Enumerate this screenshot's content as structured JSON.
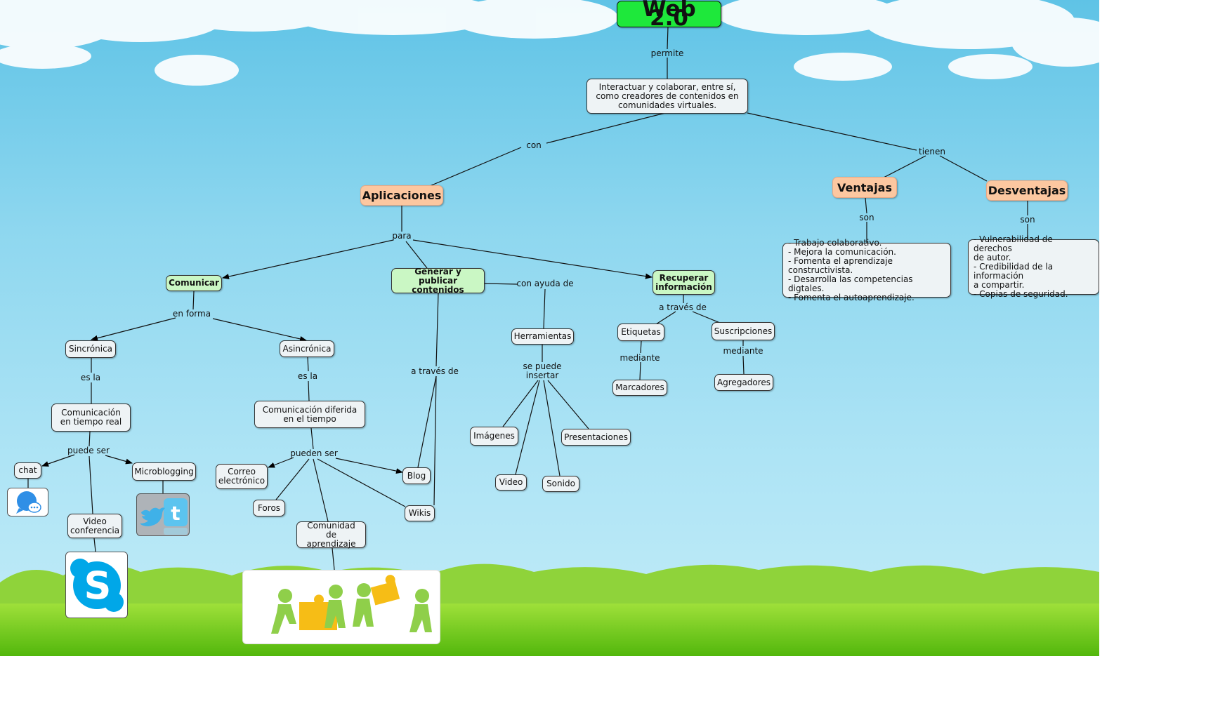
{
  "title": "Web 2.0",
  "links": {
    "permite": "permite",
    "con": "con",
    "tienen": "tienen",
    "son_ventajas": "son",
    "son_desventajas": "son",
    "para": "para",
    "en_forma": "en forma",
    "con_ayuda_de": "con ayuda de",
    "a_traves_de_recuperar": "a través de",
    "a_traves_de_generar": "a través de",
    "es_la_sincronica": "es la",
    "es_la_asincronica": "es la",
    "mediante_etiquetas": "mediante",
    "mediante_suscripciones": "mediante",
    "se_puede_insertar": "se puede\ninsertar",
    "puede_ser": "puede ser",
    "pueden_ser": "pueden ser"
  },
  "nodes": {
    "definicion": "Interactuar y colaborar, entre sí, como creadores de contenidos en comunidades virtuales.",
    "aplicaciones": "Aplicaciones",
    "ventajas": "Ventajas",
    "desventajas": "Desventajas",
    "ventajas_lista": "- Trabajo colaborativo.\n- Mejora la comunicación.\n- Fomenta el aprendizaje constructivista.\n- Desarrolla las competencias digtales.\n- Fomenta el autoaprendizaje.",
    "desventajas_lista": "- Vulnerabilidad de derechos\n  de autor.\n- Credibilidad de la información\n  a compartir.\n- Copias de seguridad.",
    "comunicar": "Comunicar",
    "generar": "Generar y publicar contenidos",
    "recuperar": "Recuperar información",
    "sincronica": "Sincrónica",
    "asincronica": "Asincrónica",
    "herramientas": "Herramientas",
    "etiquetas": "Etiquetas",
    "suscripciones": "Suscripciones",
    "marcadores": "Marcadores",
    "agregadores": "Agregadores",
    "comunicacion_real": "Comunicación en tiempo real",
    "comunicacion_diferida": "Comunicación diferida en el tiempo",
    "chat": "chat",
    "microblogging": "Microblogging",
    "videoconferencia": "Video conferencia",
    "correo": "Correo electrónico",
    "foros": "Foros",
    "blog": "Blog",
    "wikis": "Wikis",
    "comunidad": "Comunidad de aprendizaje",
    "imagenes": "Imágenes",
    "video": "Video",
    "sonido": "Sonido",
    "presentaciones": "Presentaciones"
  },
  "images": [
    "chat-bubble-icon",
    "twitter-icon",
    "skype-icon",
    "puzzle-people-image"
  ],
  "colors": {
    "title": "#1ee83b",
    "main": "#fcc7a0",
    "sub": "#caf7c4",
    "node": "#eef3f5",
    "sky": "#8ed7ef",
    "grass": "#5cbf12"
  }
}
